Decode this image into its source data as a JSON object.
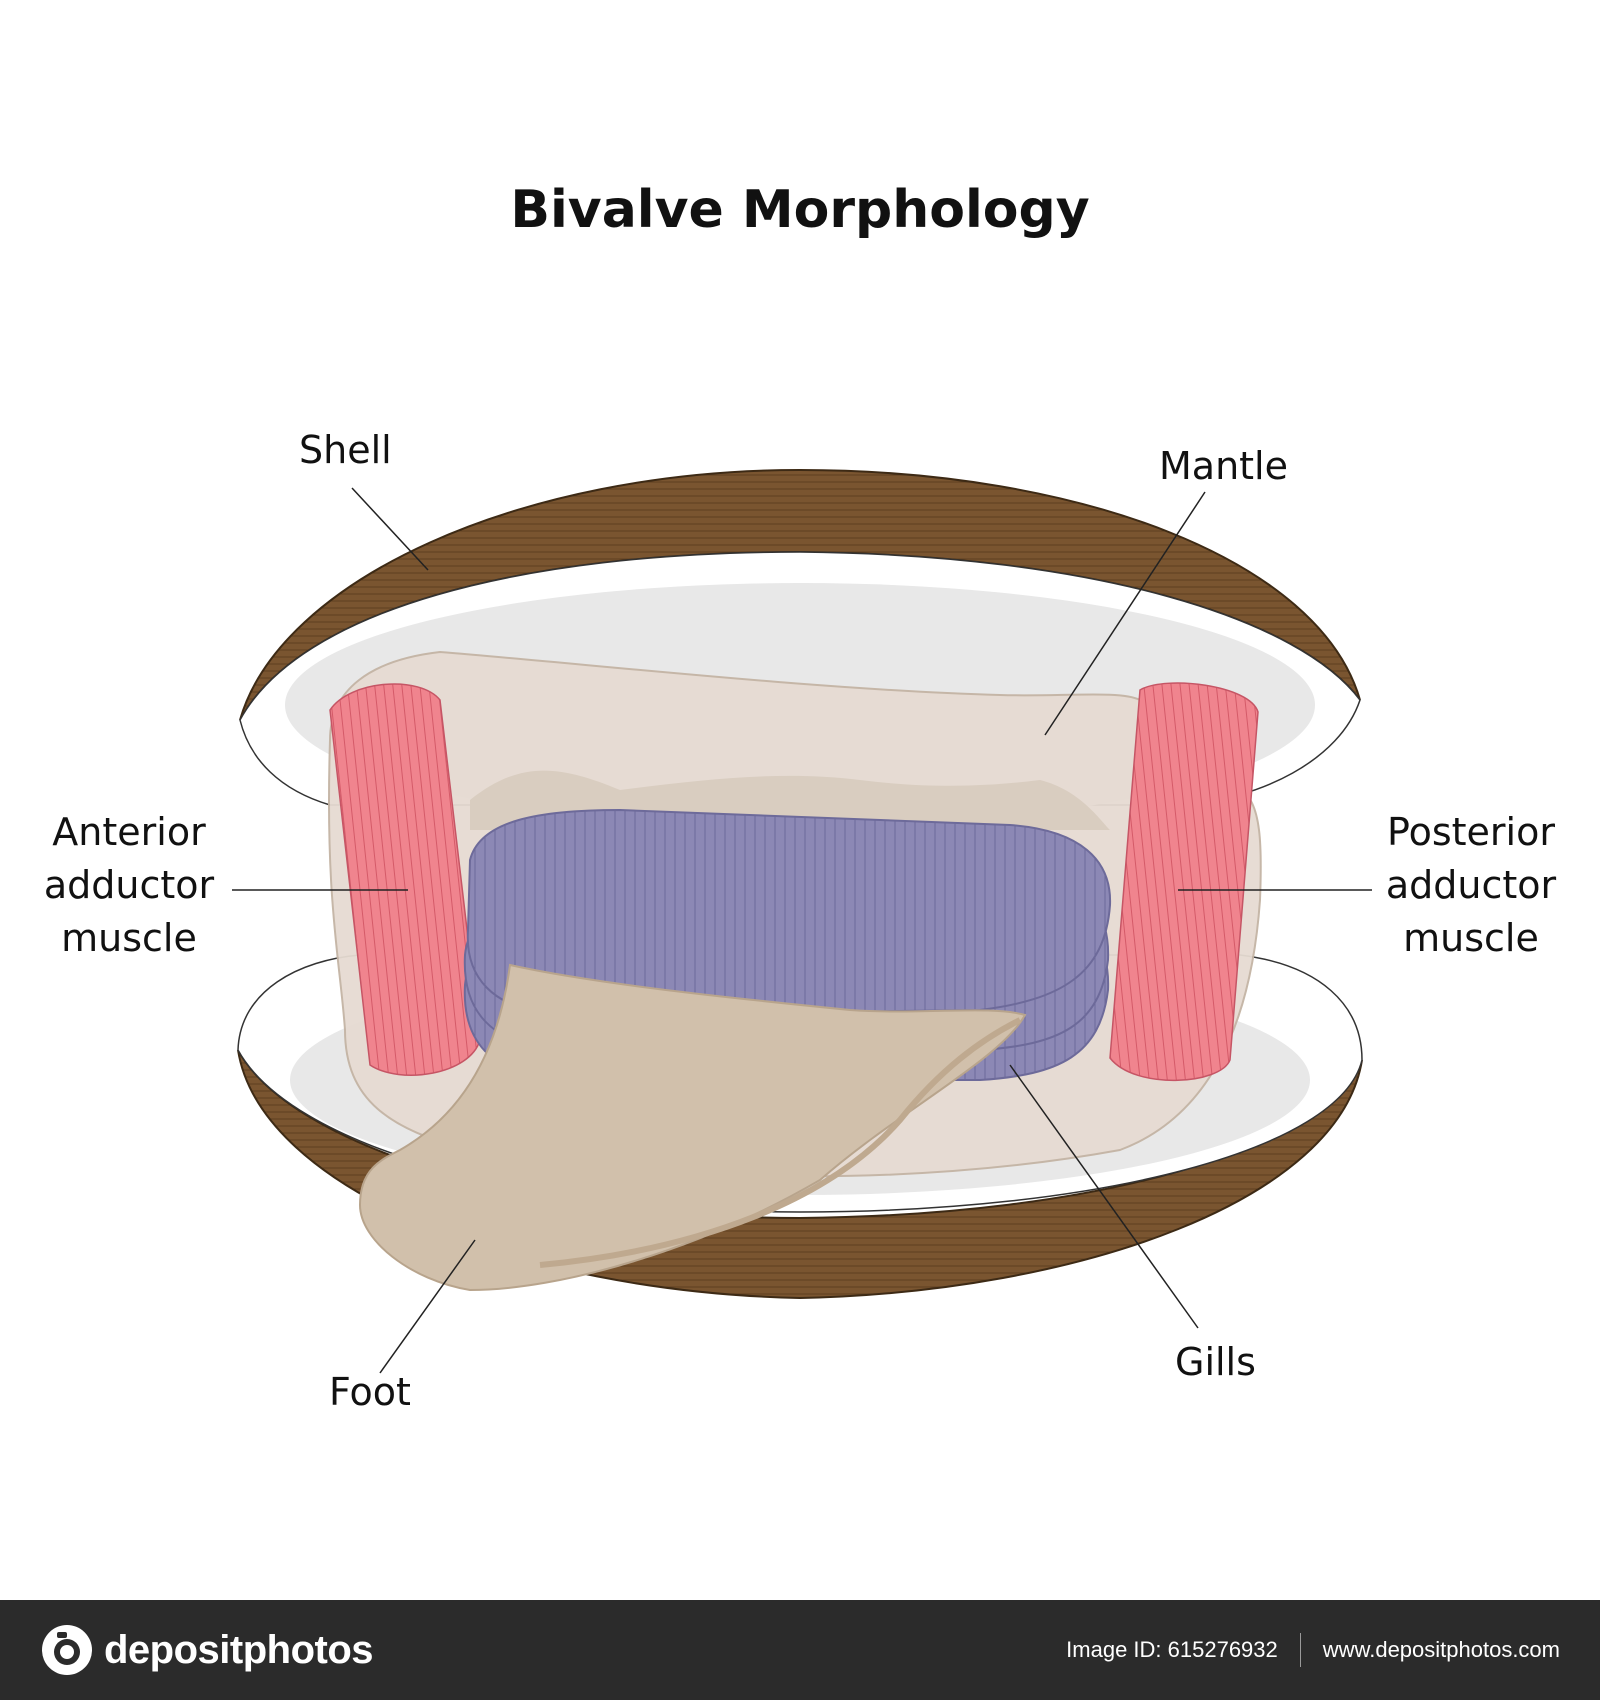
{
  "title": "Bivalve Morphology",
  "labels": {
    "shell": "Shell",
    "mantle": "Mantle",
    "anterior_adductor": [
      "Anterior",
      "adductor",
      "muscle"
    ],
    "posterior_adductor": [
      "Posterior",
      "adductor",
      "muscle"
    ],
    "gills": "Gills",
    "foot": "Foot"
  },
  "footer": {
    "brand": "depositphotos",
    "image_id": "Image ID: 615276932",
    "url": "www.depositphotos.com"
  },
  "colors": {
    "shell": "#7a5530",
    "mantle": "#e6dbd2",
    "adductor_muscle": "#f0848e",
    "gills": "#8c88b5",
    "foot": "#d1c0ab",
    "shell_interior": "#e8e8e8",
    "footer_bg": "#2b2b2b"
  }
}
